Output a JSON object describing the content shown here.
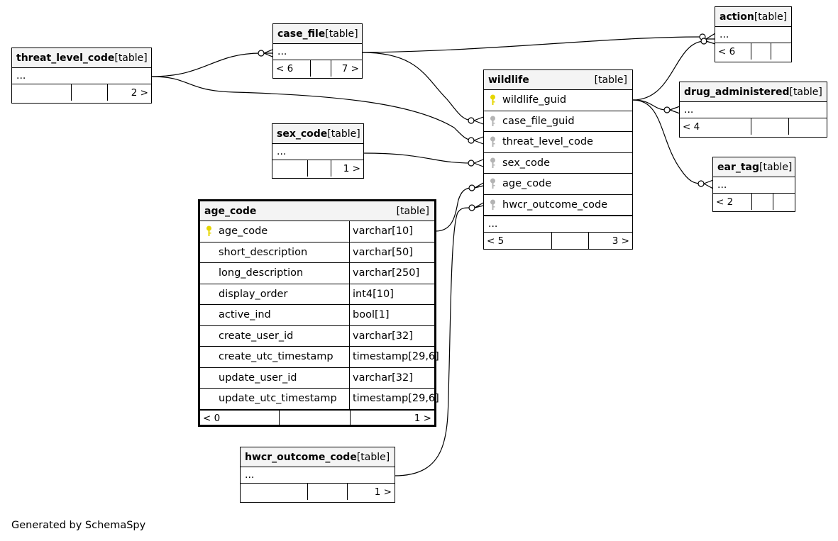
{
  "colors": {
    "line": "#000000",
    "header_bg": "#f4f4f4",
    "pk_key": "#e6d600",
    "fk_key": "#b4b4b4"
  },
  "tables": {
    "threat_level_code": {
      "name": "threat_level_code",
      "kind": "[table]",
      "body": "...",
      "foot": [
        "",
        "",
        "2 >"
      ]
    },
    "case_file": {
      "name": "case_file",
      "kind": "[table]",
      "body": "...",
      "foot": [
        "< 6",
        "",
        "7 >"
      ]
    },
    "sex_code": {
      "name": "sex_code",
      "kind": "[table]",
      "body": "...",
      "foot": [
        "",
        "",
        "1 >"
      ]
    },
    "hwcr_outcome_code": {
      "name": "hwcr_outcome_code",
      "kind": "[table]",
      "body": "...",
      "foot": [
        "",
        "",
        "1 >"
      ]
    },
    "action": {
      "name": "action",
      "kind": "[table]",
      "body": "...",
      "foot": [
        "< 6",
        "",
        ""
      ]
    },
    "drug_administered": {
      "name": "drug_administered",
      "kind": "[table]",
      "body": "...",
      "foot": [
        "< 4",
        "",
        ""
      ]
    },
    "ear_tag": {
      "name": "ear_tag",
      "kind": "[table]",
      "body": "...",
      "foot": [
        "< 2",
        "",
        ""
      ]
    },
    "wildlife": {
      "name": "wildlife",
      "kind": "[table]",
      "columns": [
        {
          "name": "wildlife_guid",
          "key": "pk-key-icon"
        },
        {
          "name": "case_file_guid",
          "key": "fk-key-icon"
        },
        {
          "name": "threat_level_code",
          "key": "fk-key-icon"
        },
        {
          "name": "sex_code",
          "key": "fk-key-icon"
        },
        {
          "name": "age_code",
          "key": "fk-key-icon"
        },
        {
          "name": "hwcr_outcome_code",
          "key": "fk-key-icon"
        }
      ],
      "body": "...",
      "foot": [
        "< 5",
        "",
        "3 >"
      ]
    },
    "age_code": {
      "name": "age_code",
      "kind": "[table]",
      "columns": [
        {
          "name": "age_code",
          "type": "varchar[10]",
          "key": "pk-key-icon"
        },
        {
          "name": "short_description",
          "type": "varchar[50]"
        },
        {
          "name": "long_description",
          "type": "varchar[250]"
        },
        {
          "name": "display_order",
          "type": "int4[10]"
        },
        {
          "name": "active_ind",
          "type": "bool[1]"
        },
        {
          "name": "create_user_id",
          "type": "varchar[32]"
        },
        {
          "name": "create_utc_timestamp",
          "type": "timestamp[29,6]"
        },
        {
          "name": "update_user_id",
          "type": "varchar[32]"
        },
        {
          "name": "update_utc_timestamp",
          "type": "timestamp[29,6]"
        }
      ],
      "foot": [
        "< 0",
        "",
        "1 >"
      ]
    }
  },
  "credit": "Generated by SchemaSpy"
}
